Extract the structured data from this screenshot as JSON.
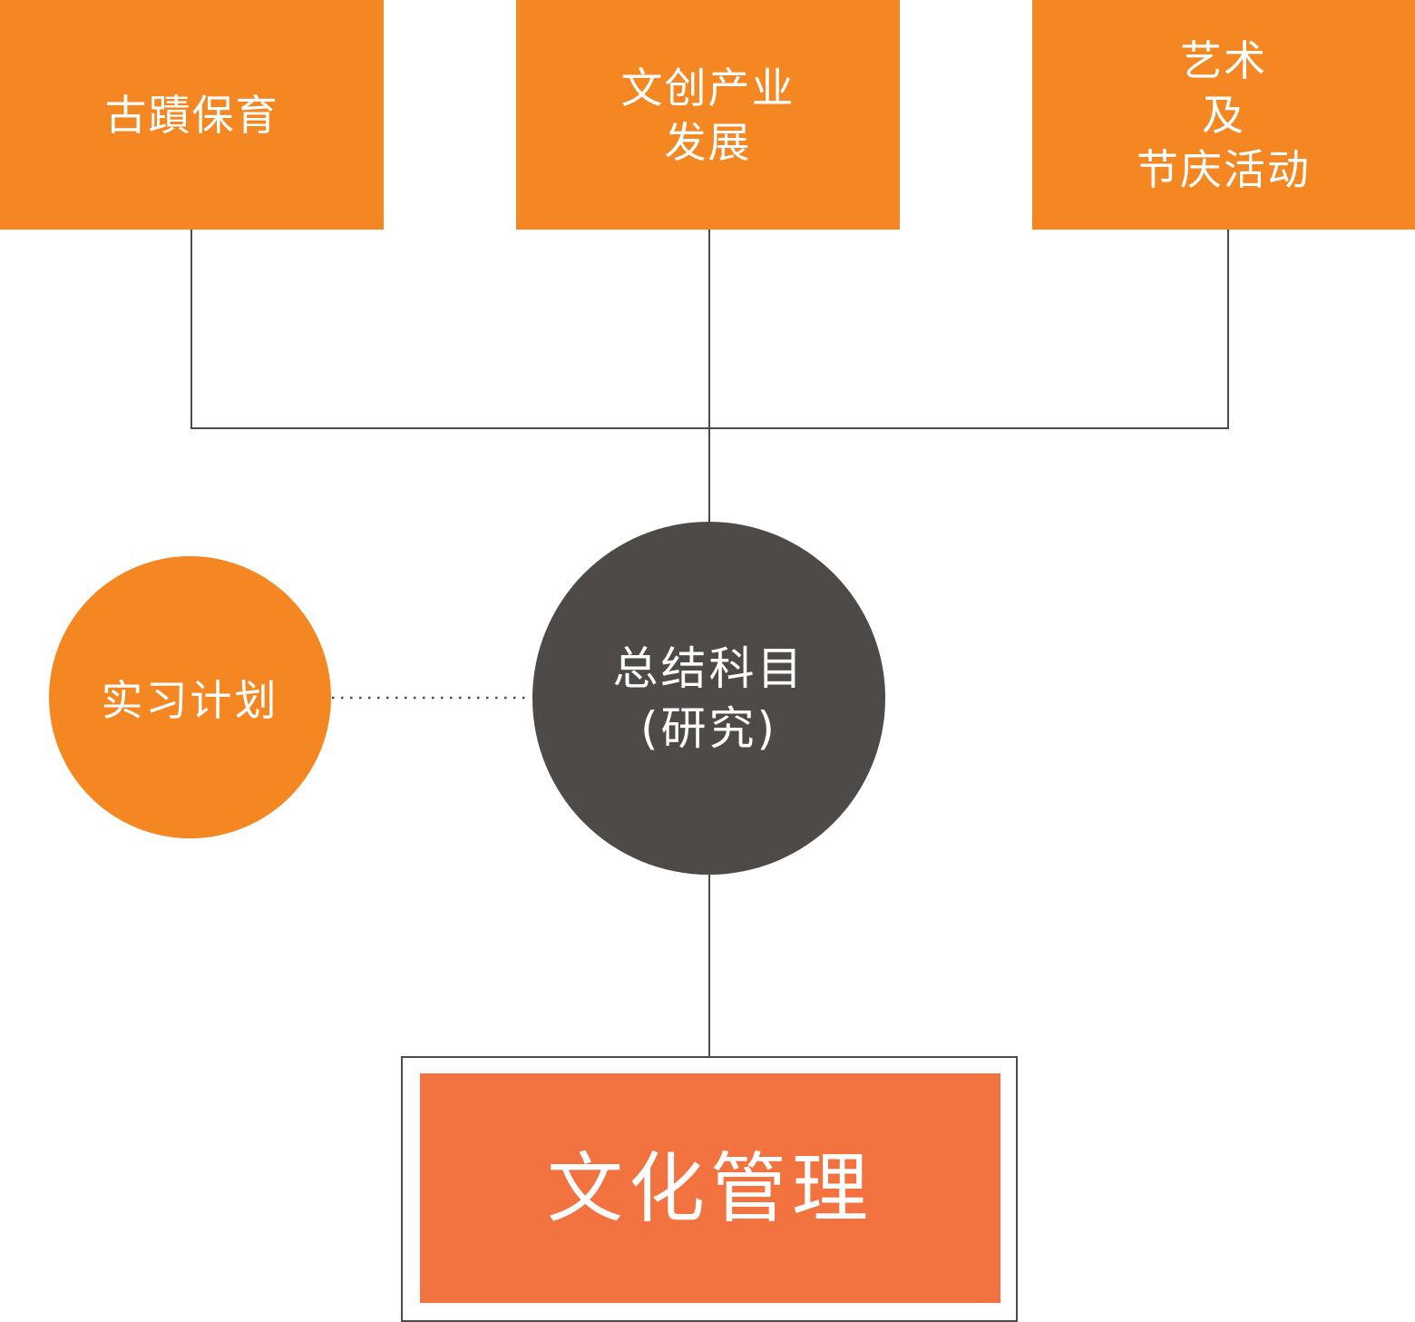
{
  "diagram": {
    "top_boxes": [
      {
        "id": "heritage",
        "lines": [
          "古蹟保育"
        ]
      },
      {
        "id": "creative",
        "lines": [
          "文创产业",
          "发展"
        ]
      },
      {
        "id": "arts",
        "lines": [
          "艺术",
          "及",
          "节庆活动"
        ]
      }
    ],
    "capstone": {
      "lines": [
        "总结科目",
        "(研究)"
      ]
    },
    "internship": {
      "label": "实习计划"
    },
    "main": {
      "label": "文化管理"
    },
    "colors": {
      "orange": "#f58723",
      "main_orange": "#f27340",
      "dark_gray": "#4d4a47",
      "line": "#4d4a47",
      "text": "#ffffff"
    }
  }
}
